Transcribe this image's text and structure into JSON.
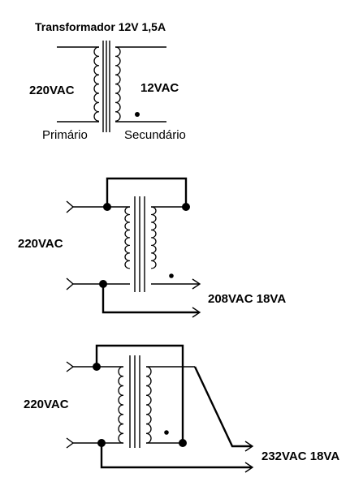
{
  "diagram1": {
    "title": "Transformador 12V 1,5A",
    "primary_voltage": "220VAC",
    "secondary_voltage": "12VAC",
    "primary_label": "Primário",
    "secondary_label": "Secundário"
  },
  "diagram2": {
    "input_voltage": "220VAC",
    "output_label": "208VAC 18VA"
  },
  "diagram3": {
    "input_voltage": "220VAC",
    "output_label": "232VAC 18VA"
  }
}
